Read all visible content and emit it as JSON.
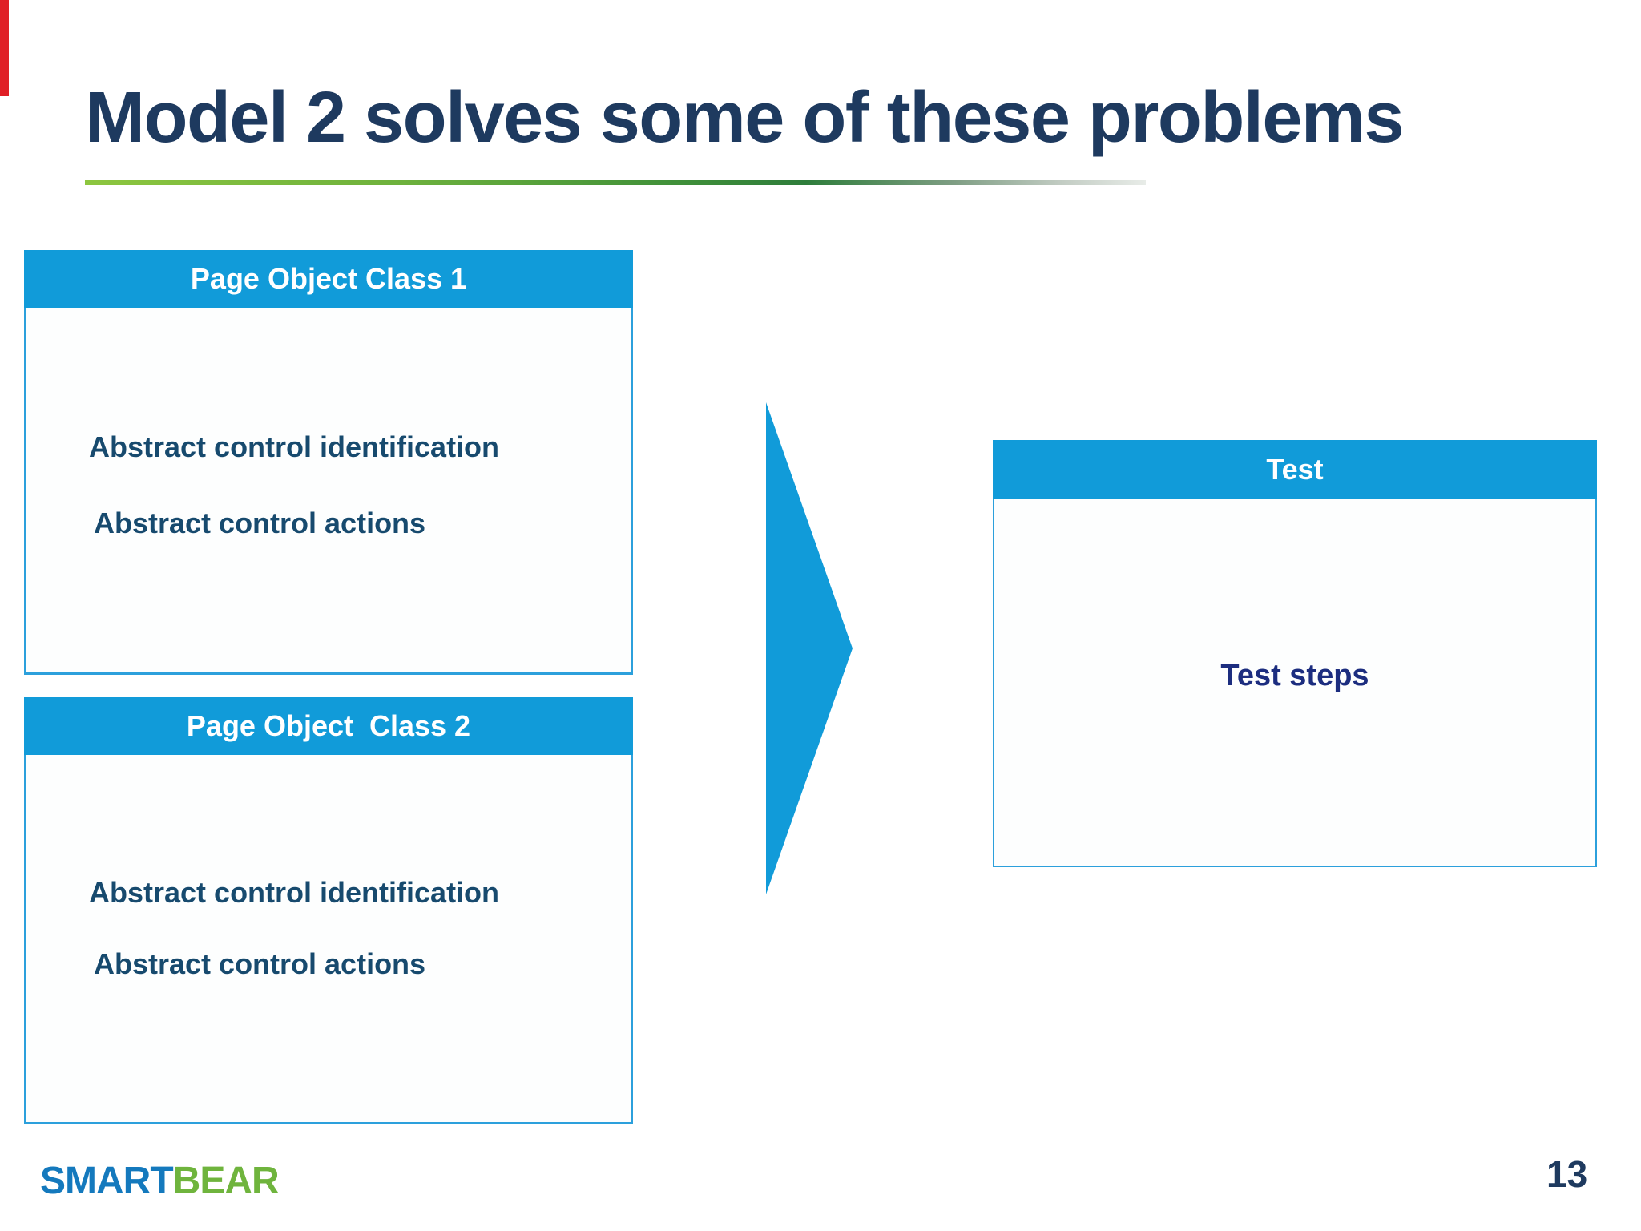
{
  "slide": {
    "title": "Model 2 solves some of these problems",
    "page_number": "13",
    "logo": {
      "smart": "SMART",
      "bear": "BEAR"
    },
    "theme": {
      "accent_bar_red": "#e01f26",
      "header_blue": "#119bd9",
      "box_border_blue": "#2ca0dc",
      "title_navy": "#1e3a5f",
      "box_text_navy": "#174a6e",
      "test_steps_blue": "#1c2d7f",
      "logo_blue": "#1479bd",
      "logo_green": "#6fb43d",
      "underline_green": "#8dc63f"
    },
    "diagram": {
      "page_object_class_1": {
        "header": "Page Object Class 1",
        "items": [
          "Abstract control identification",
          "Abstract control actions"
        ]
      },
      "page_object_class_2": {
        "header": "Page Object  Class 2",
        "items": [
          "Abstract control identification",
          "Abstract control actions"
        ]
      },
      "arrow": "flow-arrow-right-icon",
      "test": {
        "header": "Test",
        "items": [
          "Test steps"
        ]
      }
    }
  }
}
